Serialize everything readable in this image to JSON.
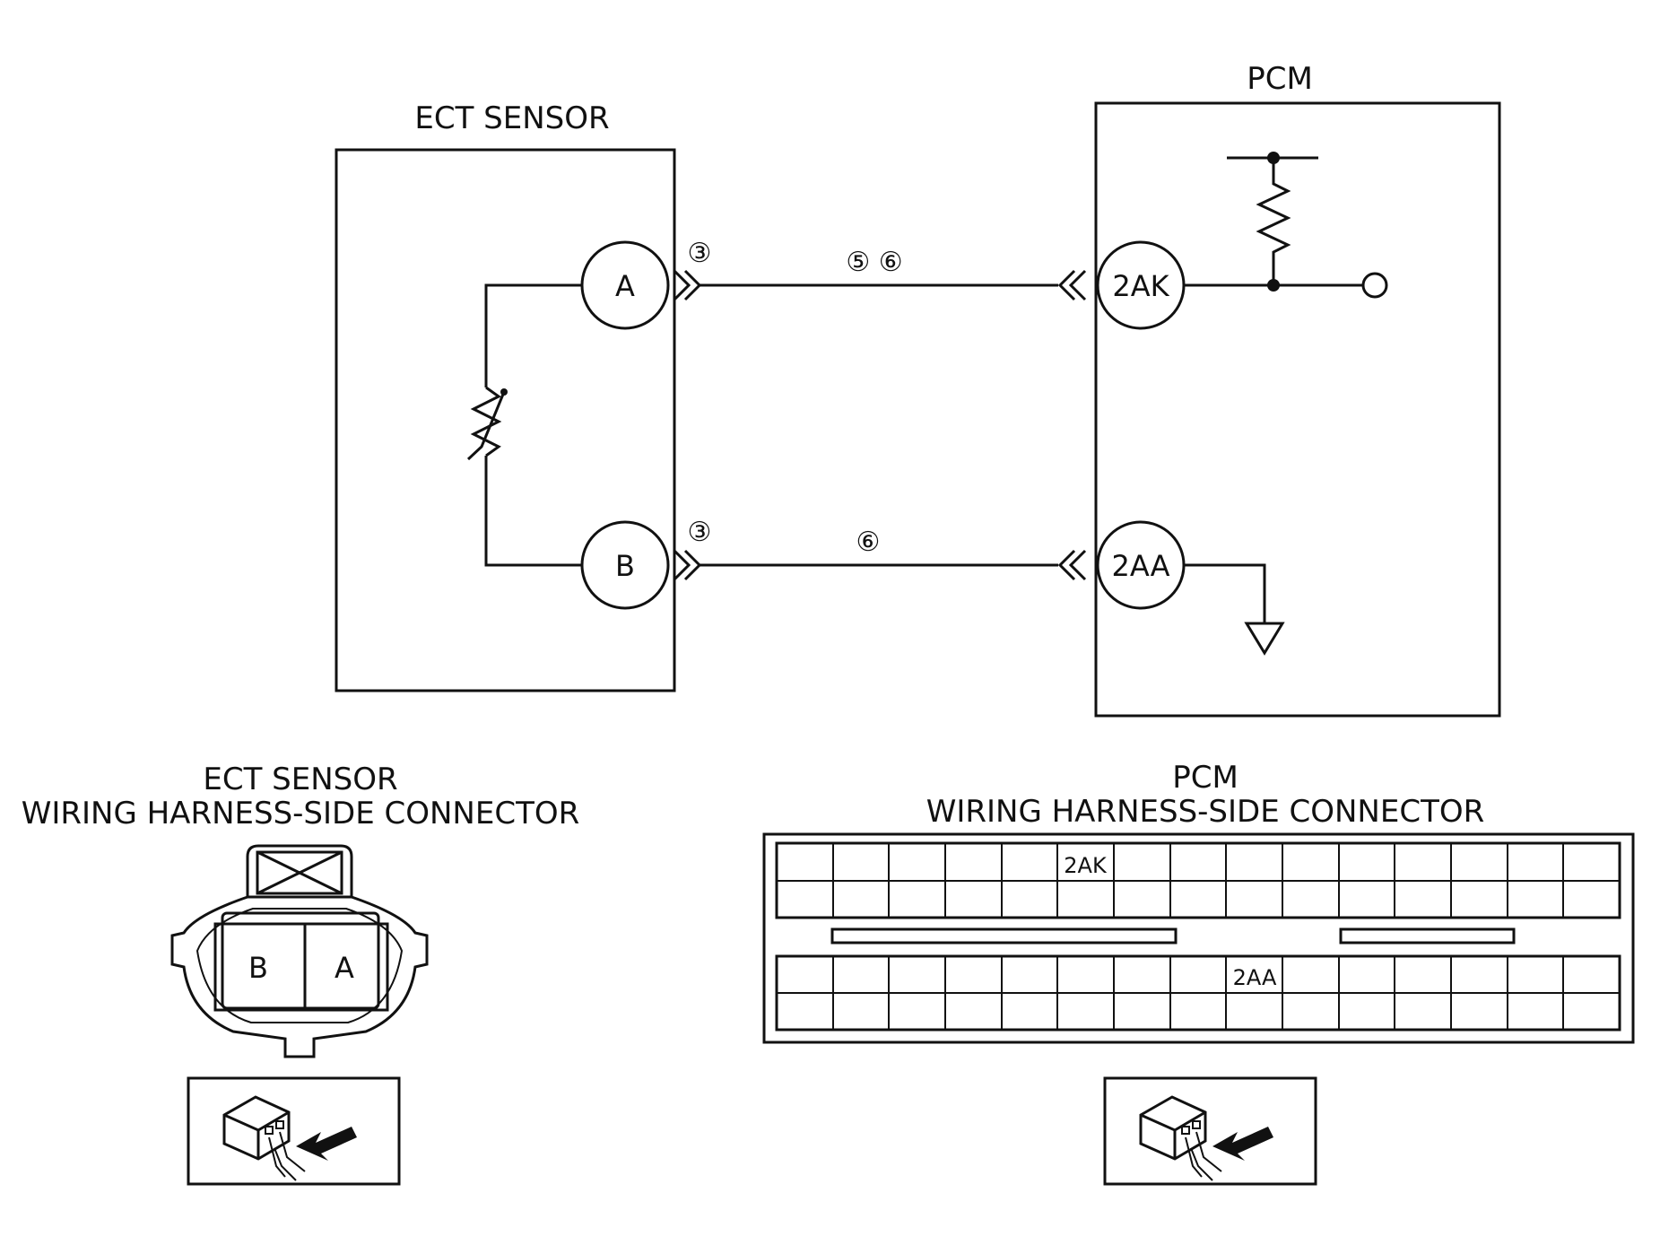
{
  "ect_sensor": {
    "title": "ECT SENSOR",
    "pin_a": "A",
    "pin_b": "B",
    "inspect_a": "③",
    "inspect_b": "③"
  },
  "pcm": {
    "title": "PCM",
    "pin_2ak": "2AK",
    "pin_2aa": "2AA"
  },
  "wires": {
    "upper_marks": "⑤ ⑥",
    "lower_marks": "⑥"
  },
  "ect_connector": {
    "title_line1": "ECT SENSOR",
    "title_line2": "WIRING HARNESS-SIDE CONNECTOR",
    "terminal_b": "B",
    "terminal_a": "A"
  },
  "pcm_connector": {
    "title_line1": "PCM",
    "title_line2": "WIRING HARNESS-SIDE CONNECTOR",
    "cell_2ak": "2AK",
    "cell_2aa": "2AA"
  }
}
